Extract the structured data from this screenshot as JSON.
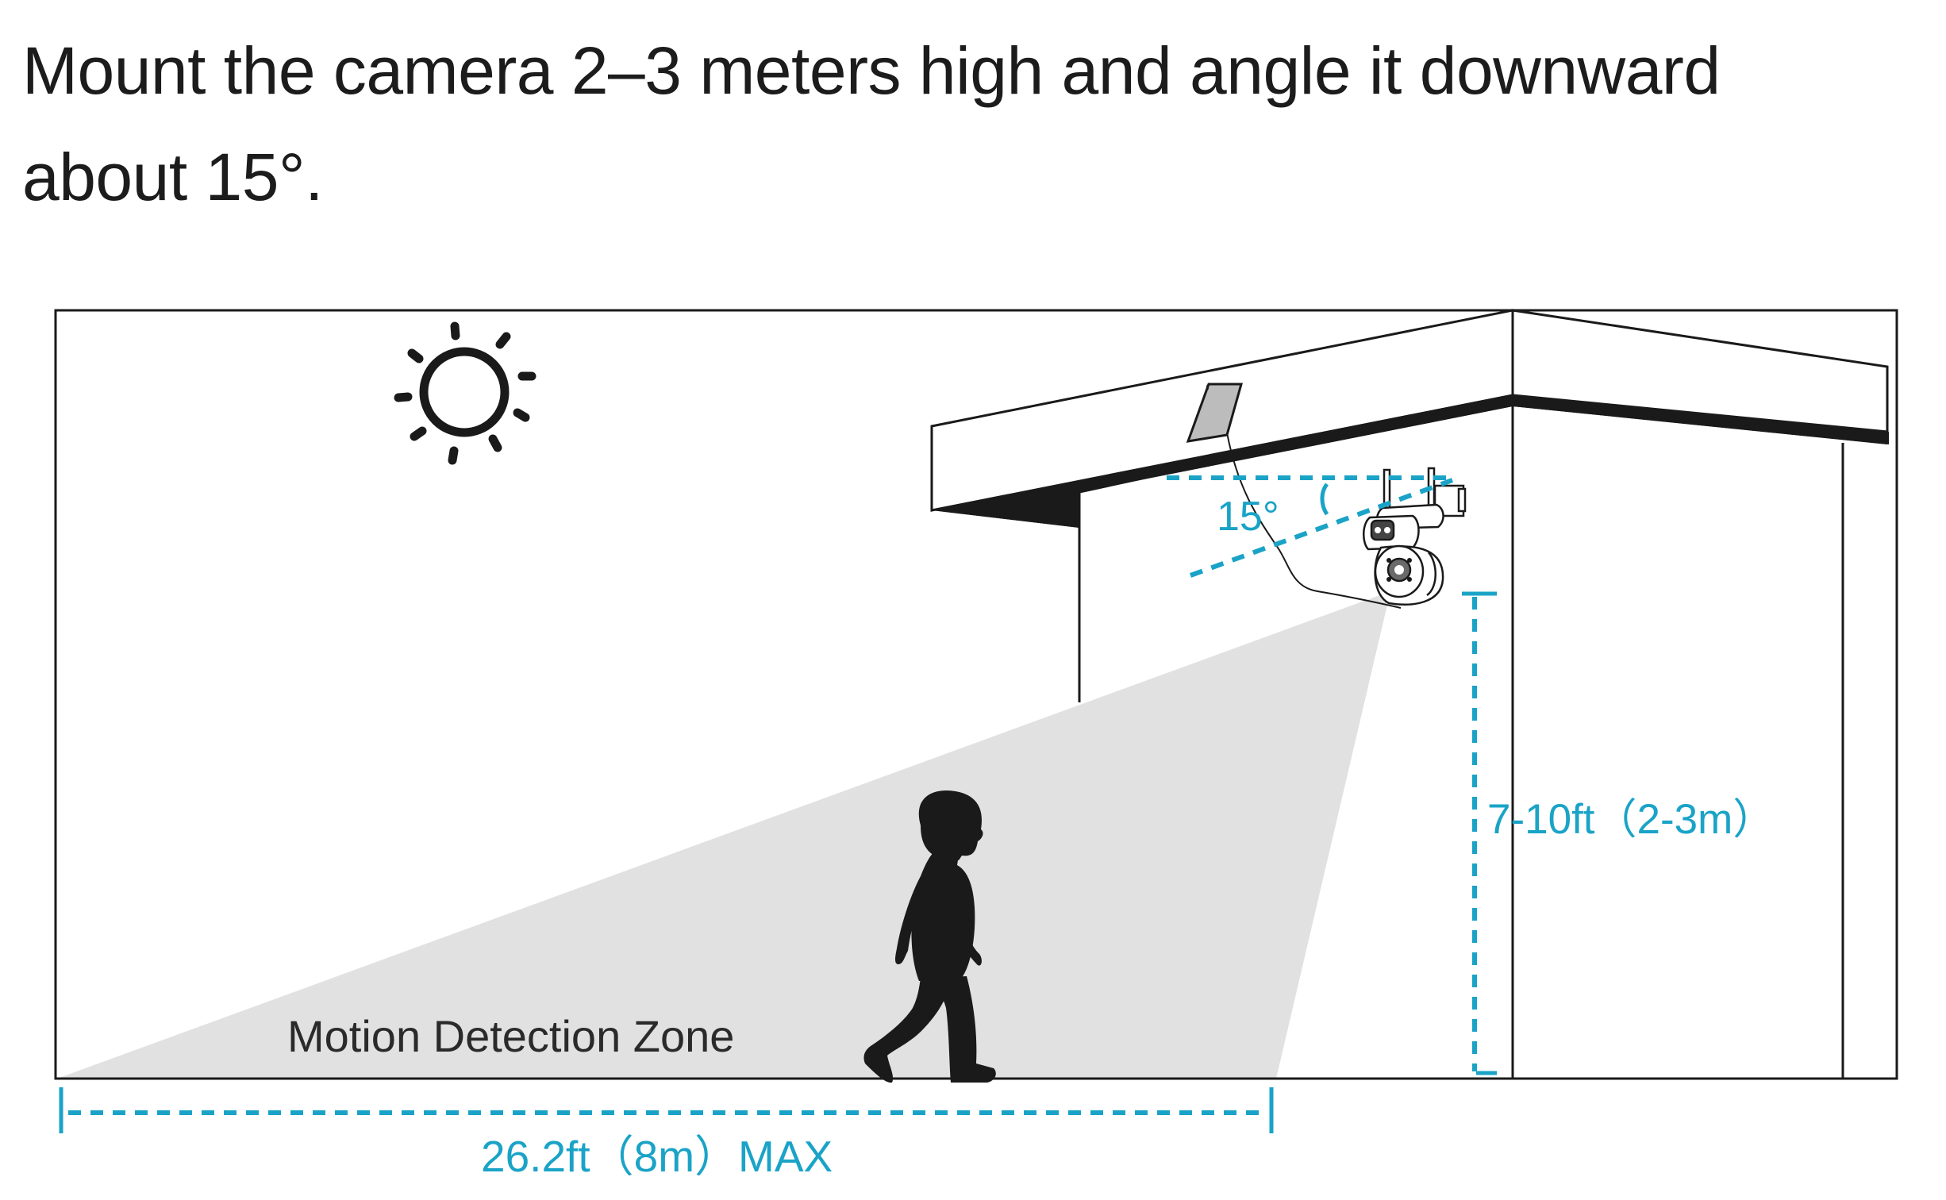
{
  "heading": {
    "line1": "Mount the camera 2–3 meters high and angle it downward",
    "line2": "about 15°."
  },
  "labels": {
    "angle": "15°",
    "height": "7-10ft（2-3m）",
    "zone": "Motion Detection Zone",
    "distance": "26.2ft（8m）MAX"
  },
  "icons": {
    "sun": "sun-icon",
    "solar_panel": "solar-panel-icon",
    "camera": "security-camera-icon",
    "person": "walking-person-icon"
  },
  "colors": {
    "accent": "#1aa3c7",
    "line": "#1a1a1a",
    "zone_fill": "#e0e1e0",
    "text": "#1c1c1c"
  }
}
